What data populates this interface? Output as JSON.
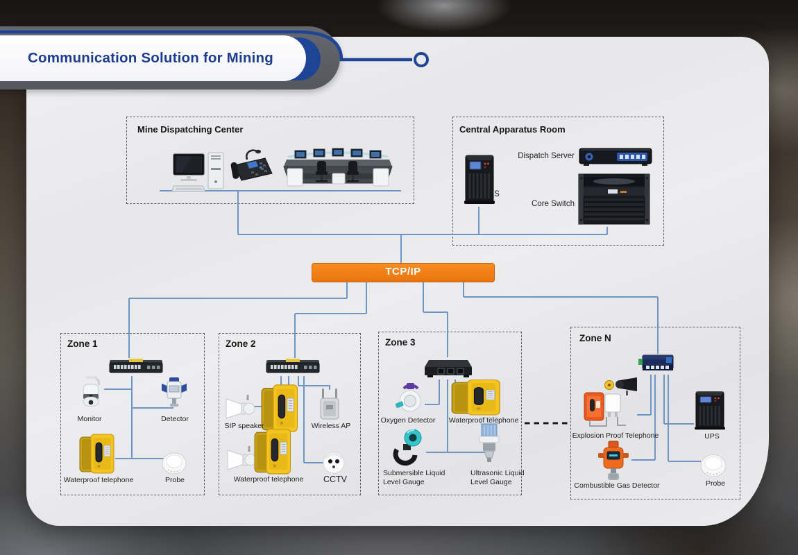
{
  "page": {
    "title": "Communication Solution for Mining"
  },
  "backbone": {
    "label": "TCP/IP"
  },
  "groups": {
    "dispatch_center": {
      "label": "Mine Dispatching Center",
      "devices": [
        {
          "icon": "desktop-computer-icon"
        },
        {
          "icon": "dispatcher-phone-icon"
        },
        {
          "icon": "dispatch-console-icon"
        }
      ]
    },
    "apparatus_room": {
      "label": "Central Apparatus Room",
      "devices": [
        {
          "icon": "ups-tower-icon",
          "label": "UPS"
        },
        {
          "icon": "rack-server-icon",
          "label": "Dispatch Server"
        },
        {
          "icon": "core-switch-icon",
          "label": "Core Switch"
        }
      ]
    }
  },
  "zones": [
    {
      "label": "Zone 1",
      "devices": [
        {
          "icon": "network-switch-icon"
        },
        {
          "icon": "ptz-camera-icon",
          "label": "Monitor"
        },
        {
          "icon": "gas-detector-icon",
          "label": "Detector"
        },
        {
          "icon": "waterproof-telephone-icon",
          "label": "Waterproof telephone"
        },
        {
          "icon": "probe-icon",
          "label": "Probe"
        }
      ]
    },
    {
      "label": "Zone 2",
      "devices": [
        {
          "icon": "network-switch-icon"
        },
        {
          "icon": "sip-speaker-icon",
          "label": "SIP speaker"
        },
        {
          "icon": "wireless-ap-icon",
          "label": "Wireless AP"
        },
        {
          "icon": "waterproof-telephone-icon",
          "label": "Waterproof telephone"
        },
        {
          "icon": "cctv-dome-icon",
          "label": "CCTV"
        }
      ]
    },
    {
      "label": "Zone 3",
      "devices": [
        {
          "icon": "network-switch-icon"
        },
        {
          "icon": "oxygen-detector-icon",
          "label": "Oxygen Detector"
        },
        {
          "icon": "waterproof-telephone-icon",
          "label": "Waterproof telephone"
        },
        {
          "icon": "submersible-gauge-icon",
          "label": "Submersible Liquid Level Gauge"
        },
        {
          "icon": "ultrasonic-gauge-icon",
          "label": "Ultrasonic Liquid Level Gauge"
        }
      ]
    },
    {
      "label": "Zone N",
      "devices": [
        {
          "icon": "industrial-switch-icon"
        },
        {
          "icon": "explosion-proof-telephone-icon",
          "label": "Explosion Proof Telephone"
        },
        {
          "icon": "ups-tower-icon",
          "label": "UPS"
        },
        {
          "icon": "combustible-gas-detector-icon",
          "label": "Combustible Gas Detector"
        },
        {
          "icon": "probe-icon",
          "label": "Probe"
        }
      ]
    }
  ],
  "colors": {
    "backbone_orange": "#EF7F1A",
    "connector_blue": "#6E95C7",
    "banner_blue": "#1E4496",
    "title_text": "#1D3C8F",
    "panel_bg": "#E8E8EA"
  }
}
